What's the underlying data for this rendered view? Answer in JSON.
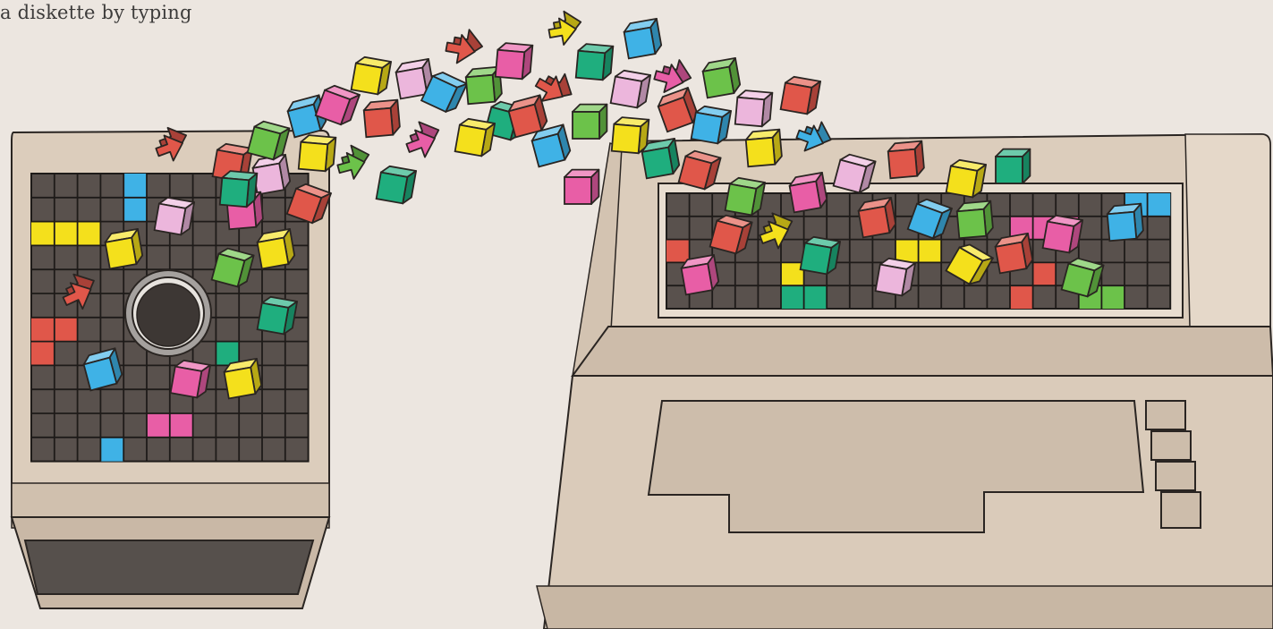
{
  "caption": "a diskette by typing",
  "colors": {
    "background": "#ece6e0",
    "casing": "#d8c9b8",
    "casing_light": "#e4d7c8",
    "casing_dark": "#c6b5a2",
    "grid_cell": "#59514d",
    "grid_line": "#1e1b19",
    "outline": "#2a2522",
    "red": "#e0574a",
    "pink": "#e85ea6",
    "light_pink": "#ecb6dc",
    "yellow": "#f4e01c",
    "green": "#6cc24a",
    "teal": "#1fae7e",
    "blue": "#3fb2e6"
  },
  "illustration": {
    "left_device": "diskette-drive",
    "right_device": "computer-terminal",
    "flying_objects": "data-blocks"
  }
}
